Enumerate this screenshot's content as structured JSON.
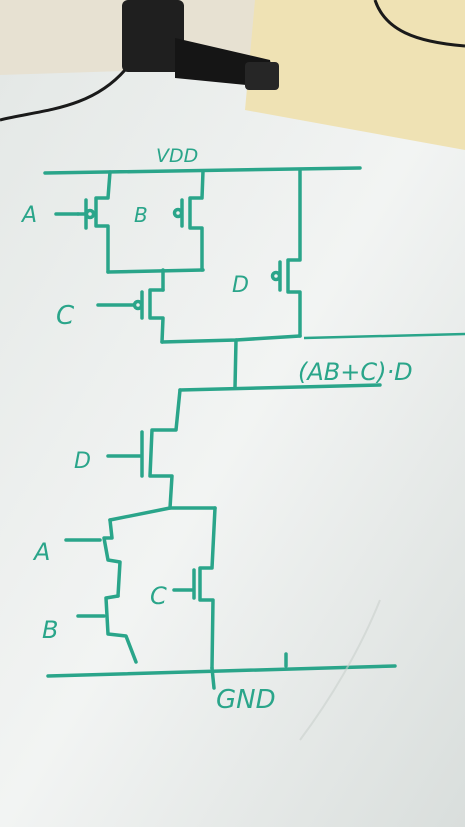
{
  "labels": {
    "vdd": "VDD",
    "gnd": "GND",
    "output_expression": "(AB+C)·D",
    "pmos_a": "A",
    "pmos_b": "B",
    "pmos_c": "C",
    "pmos_d": "D",
    "nmos_d": "D",
    "nmos_a": "A",
    "nmos_b": "B",
    "nmos_c": "C"
  },
  "colors": {
    "ink": "#2aa58a",
    "board": "#eef1ef",
    "sticky_note": "#efe2b4",
    "desk": "#6f5a3e",
    "clip": "#1f1f1f"
  },
  "objects": [
    "whiteboard",
    "sticky-note",
    "binder-clip",
    "cable"
  ]
}
